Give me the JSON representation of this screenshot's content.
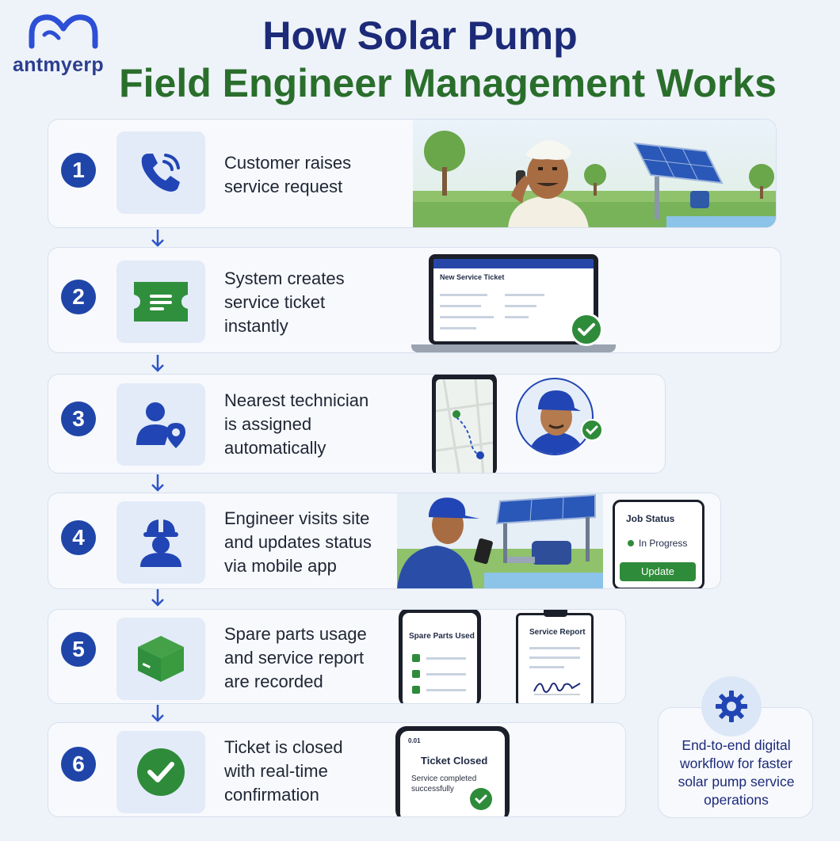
{
  "brand": {
    "logo_text": "antmyerp"
  },
  "title": {
    "line1": "How Solar Pump",
    "line2": "Field Engineer Management Works"
  },
  "steps": [
    {
      "number": "1",
      "icon": "phone-icon",
      "lines": [
        "Customer raises",
        "service request"
      ]
    },
    {
      "number": "2",
      "icon": "ticket-icon",
      "lines": [
        "System creates",
        "service ticket",
        "instantly"
      ],
      "screen": {
        "header": "New Service Ticket"
      }
    },
    {
      "number": "3",
      "icon": "technician-location-icon",
      "lines": [
        "Nearest technician",
        "is assigned",
        "automatically"
      ]
    },
    {
      "number": "4",
      "icon": "hardhat-worker-icon",
      "lines": [
        "Engineer visits site",
        "and updates status",
        "via mobile app"
      ],
      "status_panel": {
        "title": "Job Status",
        "status": "In Progress",
        "button": "Update"
      }
    },
    {
      "number": "5",
      "icon": "package-box-icon",
      "lines": [
        "Spare parts usage",
        "and service report",
        "are recorded"
      ],
      "phone": {
        "title": "Spare Parts Used"
      },
      "clipboard": {
        "title": "Service Report"
      }
    },
    {
      "number": "6",
      "icon": "check-circle-icon",
      "lines": [
        "Ticket is closed",
        "with real-time",
        "confirmation"
      ],
      "phone": {
        "time": "0.01",
        "title": "Ticket Closed",
        "message": "Service completed successfully"
      }
    }
  ],
  "summary": {
    "text": "End-to-end digital workflow for faster solar pump service operations",
    "icon": "gear-icon"
  },
  "colors": {
    "navy": "#1c2a78",
    "green": "#2a6e2c",
    "blue": "#1f45a8",
    "check_green": "#2e8b3a"
  }
}
